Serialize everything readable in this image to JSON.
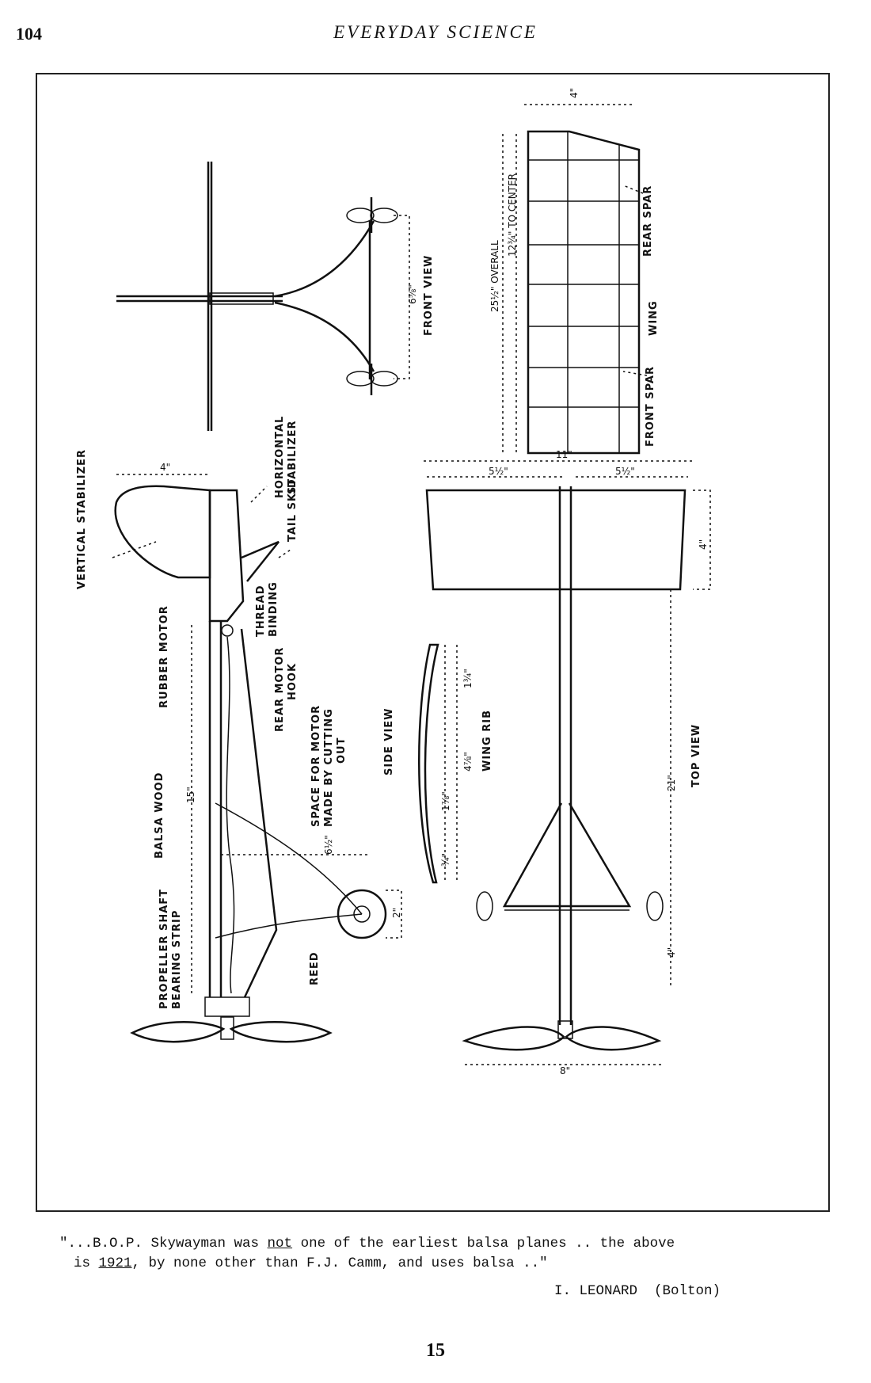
{
  "header": {
    "page_number": "104",
    "running_title": "EVERYDAY SCIENCE"
  },
  "figure": {
    "labels": {
      "front_view": "FRONT VIEW",
      "side_view": "SIDE VIEW",
      "top_view": "TOP VIEW",
      "wing": "WING",
      "wing_rib": "WING RIB",
      "rear_spar": "REAR SPAR",
      "front_spar": "FRONT SPAR",
      "horizontal_stabilizer_1": "HORIZONTAL",
      "horizontal_stabilizer_2": "STABILIZER",
      "tail_skid": "TAIL SKID",
      "vertical_stabilizer": "VERTICAL STABILIZER",
      "thread_binding_1": "THREAD",
      "thread_binding_2": "BINDING",
      "rubber_motor": "RUBBER MOTOR",
      "rear_motor_hook_1": "REAR MOTOR",
      "rear_motor_hook_2": "HOOK",
      "space_for_motor_1": "SPACE FOR MOTOR",
      "space_for_motor_2": "MADE BY CUTTING",
      "space_for_motor_3": "OUT",
      "balsa_wood": "BALSA WOOD",
      "propeller_strip_1": "PROPELLER SHAFT",
      "propeller_strip_2": "BEARING STRIP",
      "reed": "REED",
      "overall": "25½\" OVERALL",
      "to_center": "12¾\" TO CENTER"
    },
    "dimensions": {
      "front_gear": "6⅝\"",
      "wing_span_top": "4\"",
      "tail_span": "11\"",
      "tail_half_left": "5½\"",
      "tail_half_right": "5½\"",
      "tail_chord": "4\"",
      "vstab_width": "4\"",
      "motor_length": "15\"",
      "gear_height": "6½\"",
      "wheel": "2\"",
      "fuselage": "21\"",
      "nose": "4\"",
      "prop": "8\"",
      "rib_a": "1¾\"",
      "rib_b": "4⅞\"",
      "rib_c": "1⅞\"",
      "rib_d": "¾\""
    }
  },
  "caption": {
    "line1_pre": "\"...B.O.P. Skywayman was ",
    "line1_underlined": "not",
    "line1_post": " one of the earliest balsa planes .. the above",
    "line2_pre": "is ",
    "line2_underlined": "1921",
    "line2_post": ", by none other than F.J. Camm, and uses balsa ..\"",
    "attribution": "I. LEONARD  (Bolton)"
  },
  "footer": {
    "page_number": "15"
  }
}
